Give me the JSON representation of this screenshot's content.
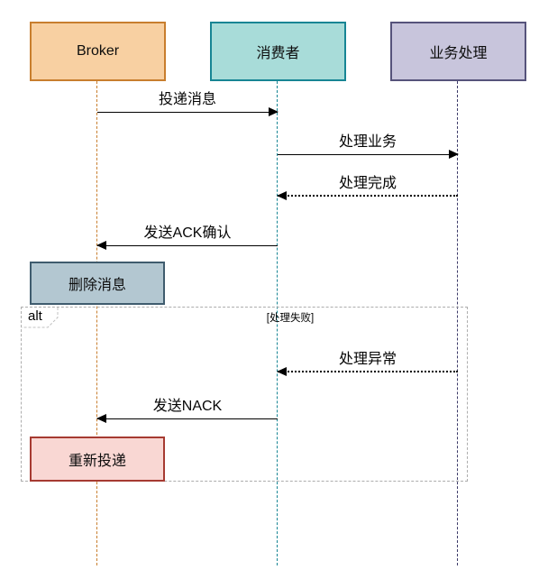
{
  "diagram": {
    "type": "sequence",
    "actors": [
      {
        "name": "Broker",
        "fill": "#f8d0a2",
        "border": "#c87e2e",
        "lifeline_color": "#c87e2e"
      },
      {
        "name": "消费者",
        "fill": "#a8dcd9",
        "border": "#178594",
        "lifeline_color": "#178594"
      },
      {
        "name": "业务处理",
        "fill": "#c8c5dc",
        "border": "#56537b",
        "lifeline_color": "#3c3a68"
      }
    ],
    "messages": [
      {
        "label": "投递消息",
        "from": "Broker",
        "to": "消费者",
        "style": "solid",
        "direction": "right"
      },
      {
        "label": "处理业务",
        "from": "消费者",
        "to": "业务处理",
        "style": "solid",
        "direction": "right"
      },
      {
        "label": "处理完成",
        "from": "业务处理",
        "to": "消费者",
        "style": "dotted",
        "direction": "left"
      },
      {
        "label": "发送ACK确认",
        "from": "消费者",
        "to": "Broker",
        "style": "solid",
        "direction": "left"
      },
      {
        "label": "处理异常",
        "from": "业务处理",
        "to": "消费者",
        "style": "dotted",
        "direction": "left"
      },
      {
        "label": "发送NACK",
        "from": "消费者",
        "to": "Broker",
        "style": "solid",
        "direction": "left"
      }
    ],
    "actions": [
      {
        "label": "删除消息",
        "fill": "#b3c7d1",
        "border": "#3f5c6e"
      },
      {
        "label": "重新投递",
        "fill": "#f9d7d3",
        "border": "#a63a31"
      }
    ],
    "alt_frame": {
      "operator": "alt",
      "guard": "[处理失败]",
      "border_color": "#adadad"
    },
    "line_color": "#000000"
  }
}
